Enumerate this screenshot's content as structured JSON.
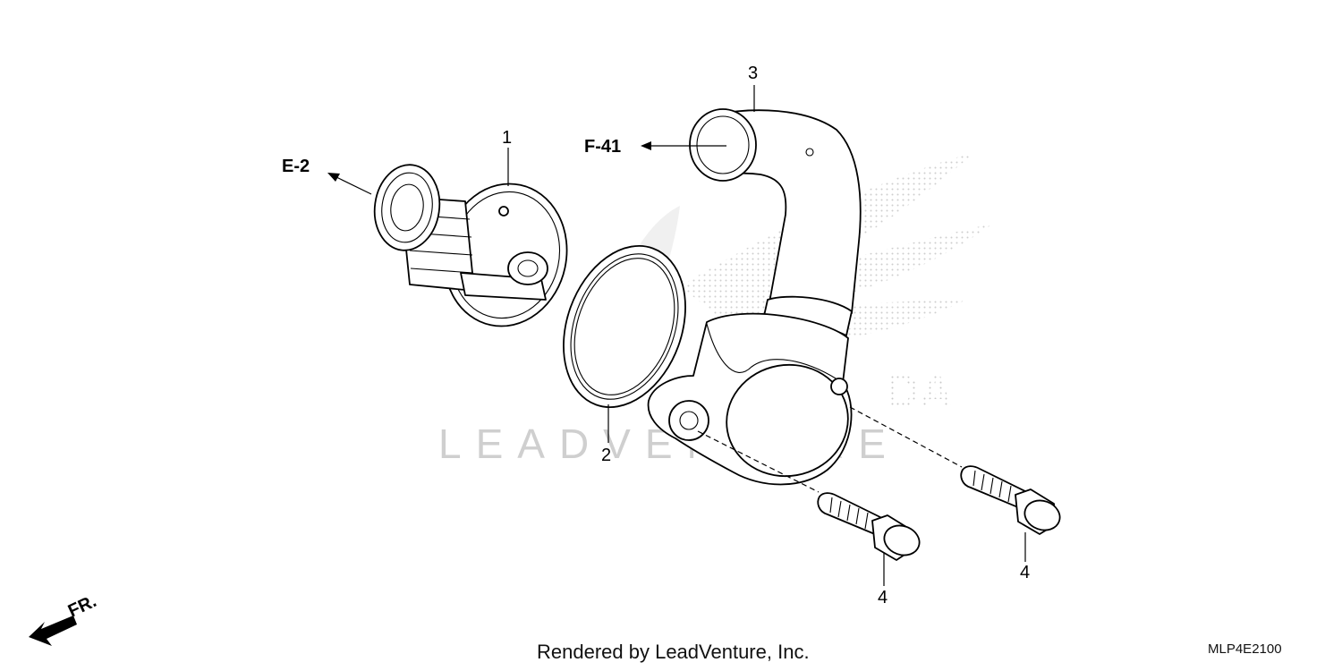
{
  "diagram": {
    "refs": {
      "e2": "E-2",
      "f41": "F-41"
    },
    "callouts": {
      "c1": "1",
      "c2": "2",
      "c3": "3",
      "c4a": "4",
      "c4b": "4"
    },
    "direction_label": "FR.",
    "watermark": "LEADVENTURE",
    "footer": {
      "credit": "Rendered by LeadVenture, Inc.",
      "diagram_code": "MLP4E2100"
    }
  }
}
